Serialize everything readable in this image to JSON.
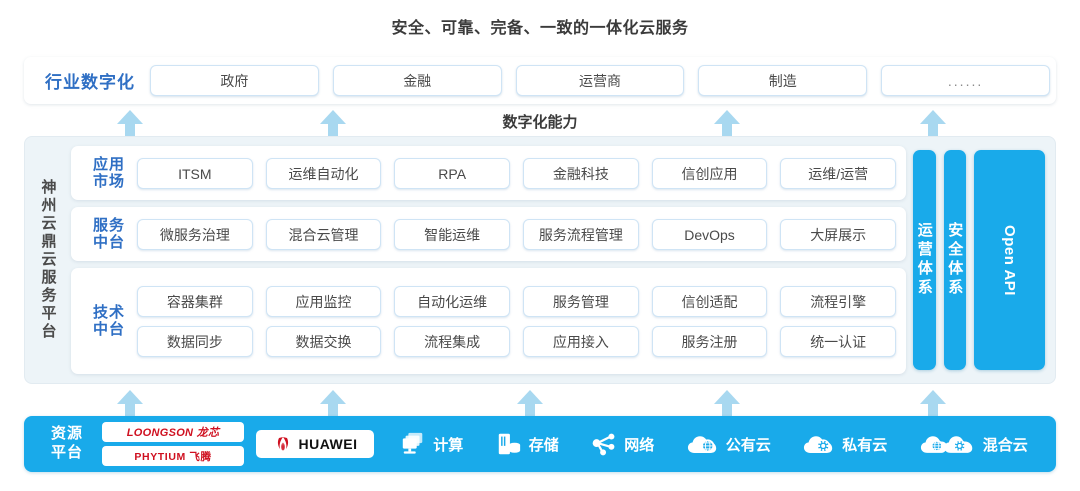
{
  "title": "安全、可靠、完备、一致的一体化云服务",
  "capability_label": "数字化能力",
  "industry": {
    "label": "行业数字化",
    "items": [
      {
        "label": "政府"
      },
      {
        "label": "金融"
      },
      {
        "label": "运营商"
      },
      {
        "label": "制造"
      },
      {
        "label": "......"
      }
    ]
  },
  "platform": {
    "label": "神州云鼎云服务平台",
    "rows": [
      {
        "label": "应用\n市场",
        "label_line1": "应用",
        "label_line2": "市场",
        "items": [
          "ITSM",
          "运维自动化",
          "RPA",
          "金融科技",
          "信创应用",
          "运维/运营"
        ]
      },
      {
        "label": "服务\n中台",
        "label_line1": "服务",
        "label_line2": "中台",
        "items": [
          "微服务治理",
          "混合云管理",
          "智能运维",
          "服务流程管理",
          "DevOps",
          "大屏展示"
        ]
      },
      {
        "label": "技术\n中台",
        "label_line1": "技术",
        "label_line2": "中台",
        "items_row1": [
          "容器集群",
          "应用监控",
          "自动化运维",
          "服务管理",
          "信创适配",
          "流程引擎"
        ],
        "items_row2": [
          "数据同步",
          "数据交换",
          "流程集成",
          "应用接入",
          "服务注册",
          "统一认证"
        ]
      }
    ],
    "vertical_bars": [
      {
        "label": "运营体系",
        "style": "stacked"
      },
      {
        "label": "安全体系",
        "style": "stacked"
      },
      {
        "label": "Open API",
        "style": "rotated"
      }
    ]
  },
  "resource": {
    "label_line1": "资源",
    "label_line2": "平台",
    "logos": [
      {
        "name": "loongson-logo",
        "text": "LOONGSON 龙芯"
      },
      {
        "name": "phytium-logo",
        "text": "PHYTIUM 飞腾"
      }
    ],
    "huawei": {
      "name": "huawei-logo",
      "text": "HUAWEI"
    },
    "items": [
      {
        "label": "计算",
        "icon": "compute-icon"
      },
      {
        "label": "存储",
        "icon": "storage-icon"
      },
      {
        "label": "网络",
        "icon": "network-icon"
      },
      {
        "label": "公有云",
        "icon": "public-cloud-icon"
      },
      {
        "label": "私有云",
        "icon": "private-cloud-icon"
      },
      {
        "label": "混合云",
        "icon": "hybrid-cloud-icon"
      }
    ]
  },
  "arrows": {
    "top_positions": [
      130,
      333,
      727,
      933
    ],
    "bottom_positions": [
      130,
      333,
      530,
      727,
      933
    ]
  },
  "colors": {
    "brand_blue": "#19aaea",
    "label_blue": "#2f6fc4",
    "arrow_blue": "#a8d8f0",
    "panel_bg": "#edf4f8",
    "box_border": "#cfe4f5",
    "logo_red": "#cf1020"
  }
}
